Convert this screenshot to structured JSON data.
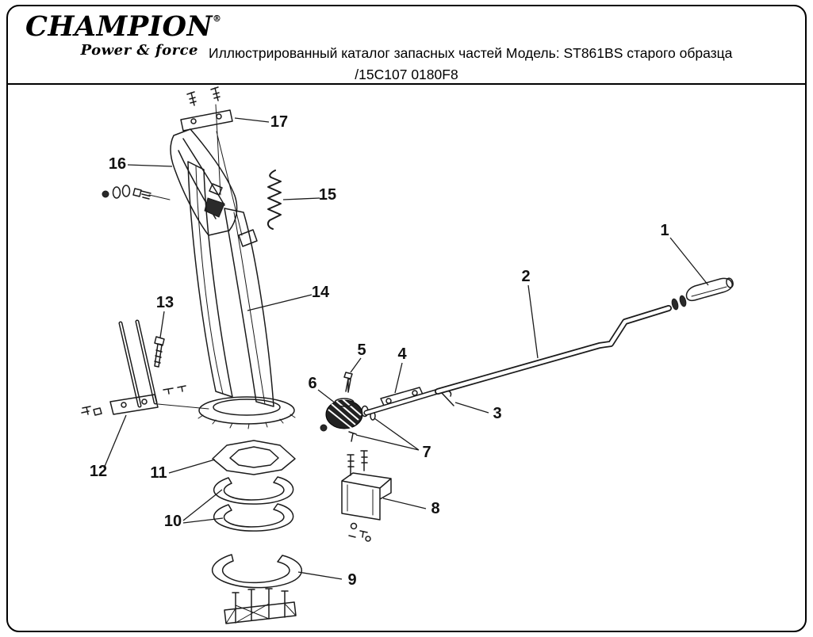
{
  "header": {
    "brand": "CHAMPION",
    "brand_mark": "®",
    "tagline": "Power & force",
    "title_line1": "Иллюстрированный каталог запасных частей Модель: ST861BS старого образца",
    "title_line2": "/15C107 0180F8"
  },
  "callouts": [
    {
      "label": "1"
    },
    {
      "label": "2"
    },
    {
      "label": "3"
    },
    {
      "label": "4"
    },
    {
      "label": "5"
    },
    {
      "label": "6"
    },
    {
      "label": "7"
    },
    {
      "label": "8"
    },
    {
      "label": "9"
    },
    {
      "label": "10"
    },
    {
      "label": "11"
    },
    {
      "label": "12"
    },
    {
      "label": "13"
    },
    {
      "label": "14"
    },
    {
      "label": "15"
    },
    {
      "label": "16"
    },
    {
      "label": "17"
    }
  ]
}
